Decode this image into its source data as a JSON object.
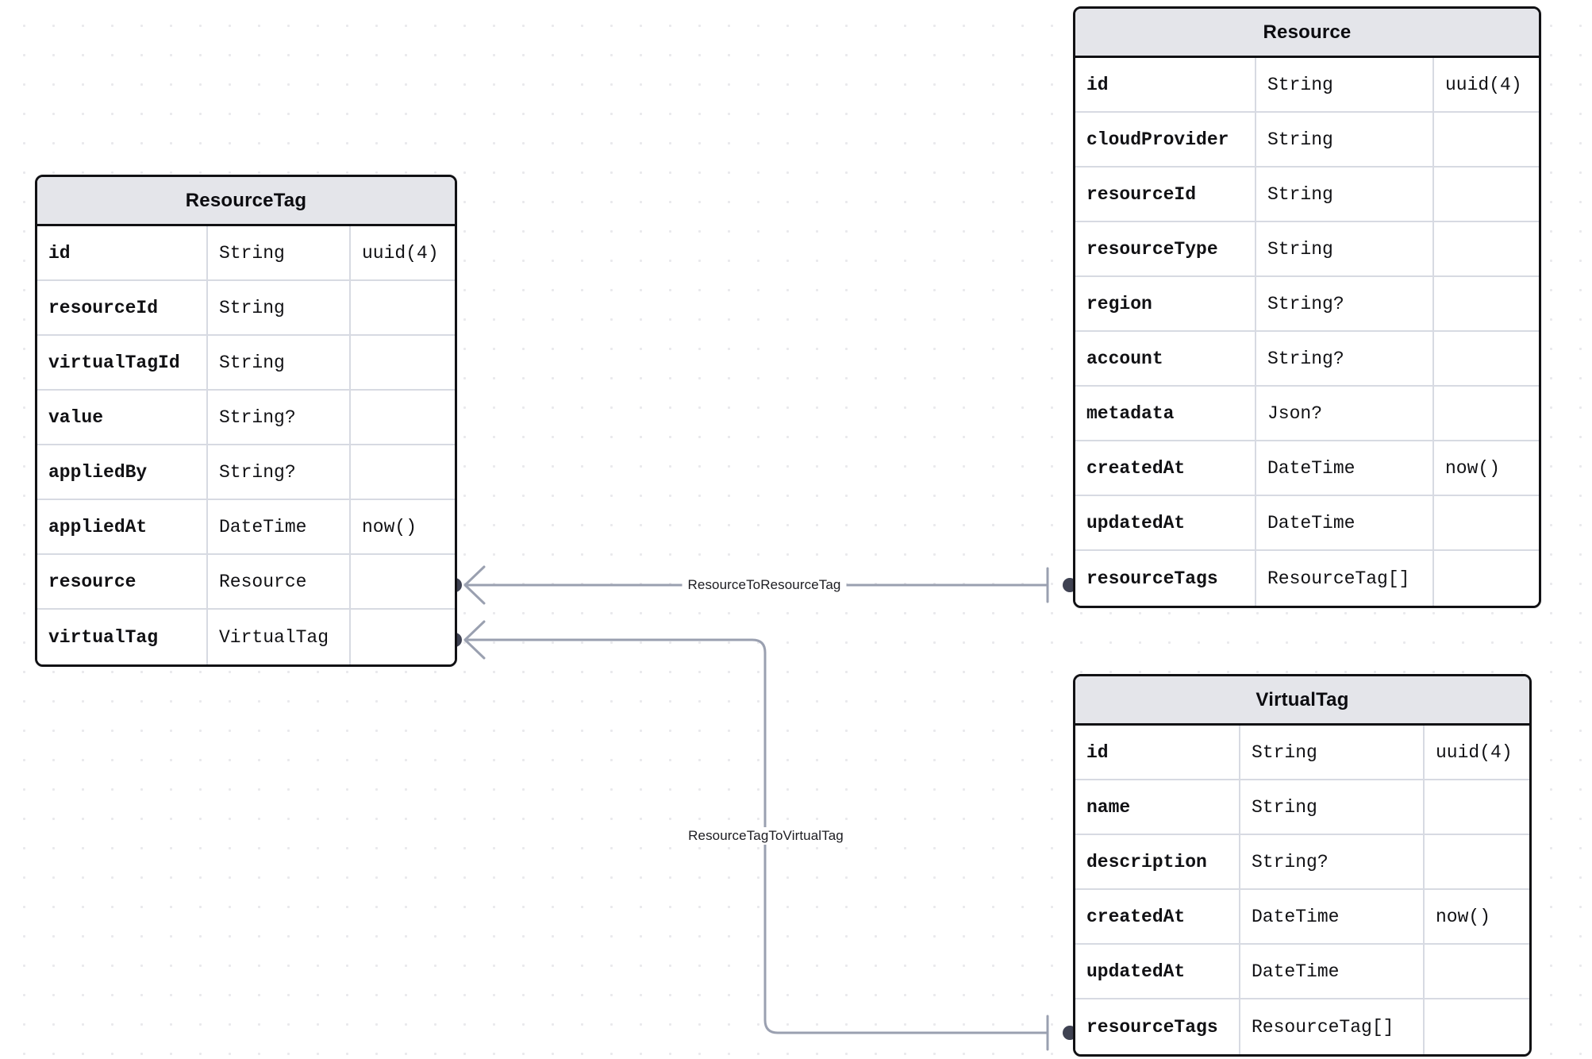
{
  "diagram": {
    "kind": "entity-relationship-diagram",
    "background": "#ffffff",
    "grid": "dot-grid",
    "border_color": "#111114",
    "header_fill": "#e4e5ea",
    "row_divider_color": "#d7dae2",
    "edge_color": "#9aa0b0",
    "endpoint_dot_color": "#3f4252"
  },
  "entities": [
    {
      "name": "ResourceTag",
      "fields": [
        {
          "name": "id",
          "type": "String",
          "attr": "uuid(4)"
        },
        {
          "name": "resourceId",
          "type": "String",
          "attr": ""
        },
        {
          "name": "virtualTagId",
          "type": "String",
          "attr": ""
        },
        {
          "name": "value",
          "type": "String?",
          "attr": ""
        },
        {
          "name": "appliedBy",
          "type": "String?",
          "attr": ""
        },
        {
          "name": "appliedAt",
          "type": "DateTime",
          "attr": "now()"
        },
        {
          "name": "resource",
          "type": "Resource",
          "attr": ""
        },
        {
          "name": "virtualTag",
          "type": "VirtualTag",
          "attr": ""
        }
      ]
    },
    {
      "name": "Resource",
      "fields": [
        {
          "name": "id",
          "type": "String",
          "attr": "uuid(4)"
        },
        {
          "name": "cloudProvider",
          "type": "String",
          "attr": ""
        },
        {
          "name": "resourceId",
          "type": "String",
          "attr": ""
        },
        {
          "name": "resourceType",
          "type": "String",
          "attr": ""
        },
        {
          "name": "region",
          "type": "String?",
          "attr": ""
        },
        {
          "name": "account",
          "type": "String?",
          "attr": ""
        },
        {
          "name": "metadata",
          "type": "Json?",
          "attr": ""
        },
        {
          "name": "createdAt",
          "type": "DateTime",
          "attr": "now()"
        },
        {
          "name": "updatedAt",
          "type": "DateTime",
          "attr": ""
        },
        {
          "name": "resourceTags",
          "type": "ResourceTag[]",
          "attr": ""
        }
      ]
    },
    {
      "name": "VirtualTag",
      "fields": [
        {
          "name": "id",
          "type": "String",
          "attr": "uuid(4)"
        },
        {
          "name": "name",
          "type": "String",
          "attr": ""
        },
        {
          "name": "description",
          "type": "String?",
          "attr": ""
        },
        {
          "name": "createdAt",
          "type": "DateTime",
          "attr": "now()"
        },
        {
          "name": "updatedAt",
          "type": "DateTime",
          "attr": ""
        },
        {
          "name": "resourceTags",
          "type": "ResourceTag[]",
          "attr": ""
        }
      ]
    }
  ],
  "relations": [
    {
      "label": "ResourceToResourceTag",
      "from_entity": "ResourceTag",
      "from_field": "resource",
      "to_entity": "Resource",
      "to_field": "resourceTags",
      "from_cardinality": "many",
      "to_cardinality": "one"
    },
    {
      "label": "ResourceTagToVirtualTag",
      "from_entity": "ResourceTag",
      "from_field": "virtualTag",
      "to_entity": "VirtualTag",
      "to_field": "resourceTags",
      "from_cardinality": "many",
      "to_cardinality": "one"
    }
  ]
}
